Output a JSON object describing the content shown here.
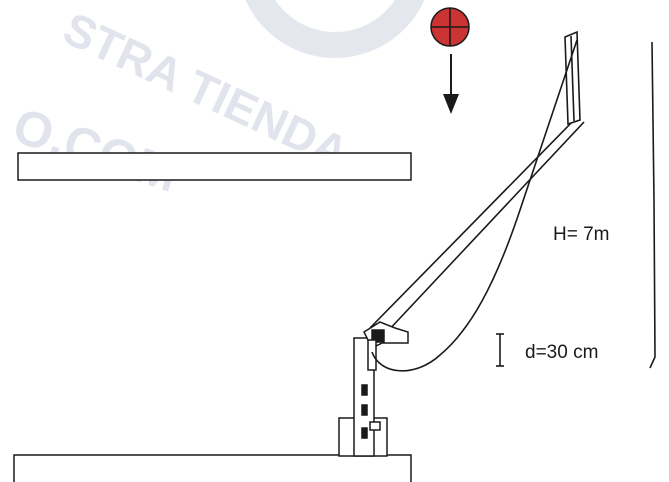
{
  "diagram": {
    "height_label": "H= 7m",
    "drop_label": "d=30 cm"
  },
  "watermark": {
    "line1": "STRA TIENDA",
    "line2": "O.COM",
    "color": "#c9cfde"
  },
  "colors": {
    "ink": "#1a1a1a",
    "weight_fill": "#cc3333"
  },
  "icons": {
    "falling_weight": "red-circle-plus-icon",
    "fall_direction": "arrow-down-icon"
  }
}
